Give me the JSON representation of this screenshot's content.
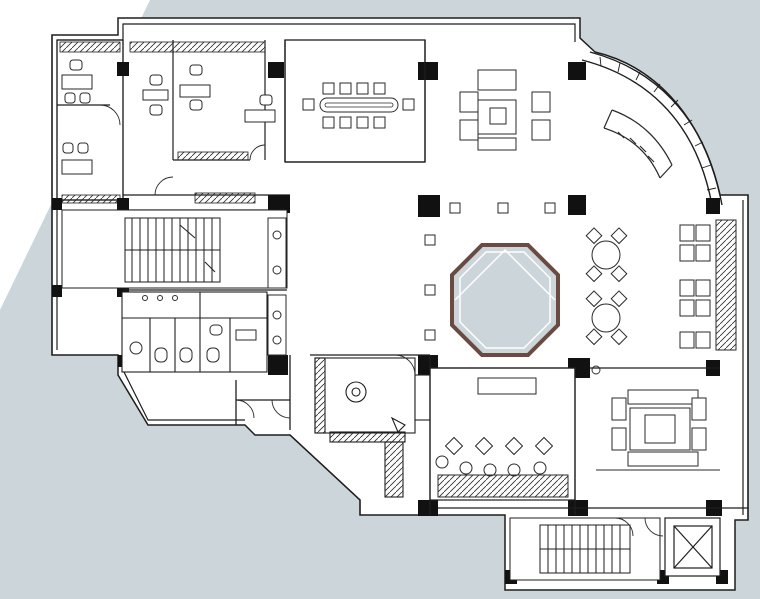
{
  "title": "",
  "colors": {
    "background_light": "#ffffff",
    "background_shade": "#ccd5d9",
    "wall": "#1e1e1e",
    "column": "#111111",
    "floor_fill": "#d8dfe2",
    "furniture_line": "#2a2a2a",
    "octagon_outline": "#6b4a42",
    "octagon_fill": "#ccd5d9"
  },
  "rooms": [
    "office-suite-top-left",
    "meeting-room",
    "lounge-top",
    "curved-reception",
    "staircase-west",
    "restrooms",
    "central-hall-octagon",
    "dining-area",
    "lounge-sofas",
    "bar-kitchen",
    "lobby-east",
    "staircase-south",
    "elevator-shaft"
  ]
}
